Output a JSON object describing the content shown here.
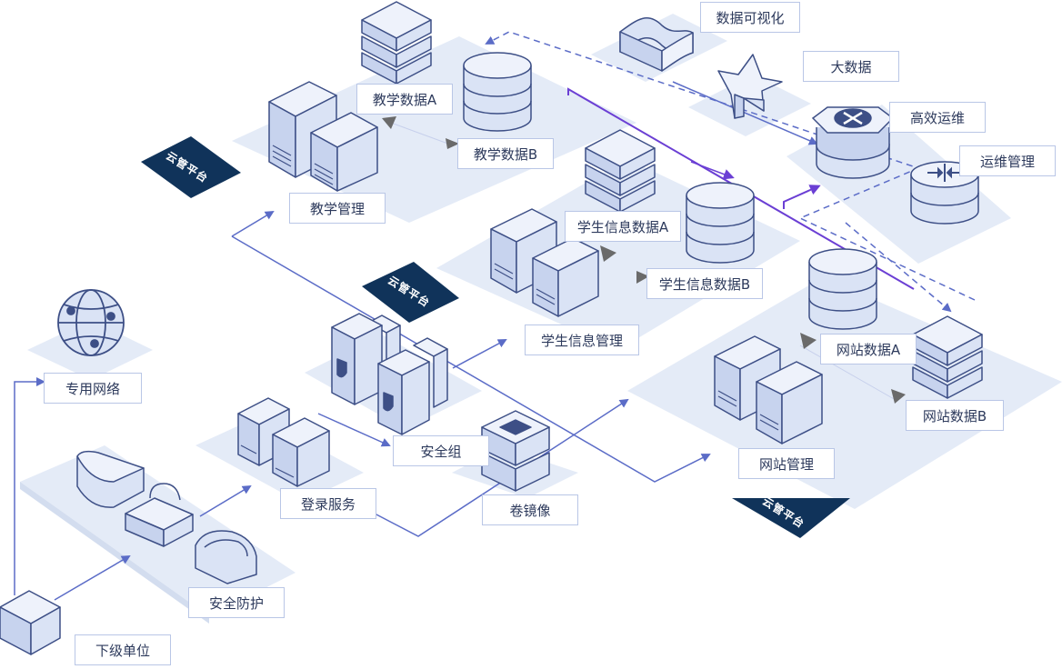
{
  "labels": {
    "teaching_mgmt": "教学管理",
    "teaching_data_a": "教学数据A",
    "teaching_data_b": "教学数据B",
    "data_viz": "数据可视化",
    "big_data": "大数据",
    "efficient_ops": "高效运维",
    "ops_mgmt": "运维管理",
    "student_data_a": "学生信息数据A",
    "student_data_b": "学生信息数据B",
    "student_mgmt": "学生信息管理",
    "website_data_a": "网站数据A",
    "website_data_b": "网站数据B",
    "website_mgmt": "网站管理",
    "private_network": "专用网络",
    "security_group": "安全组",
    "login_service": "登录服务",
    "volume_image": "卷镜像",
    "security_protection": "安全防护",
    "subordinate_unit": "下级单位",
    "cloud_platform": "云管平台"
  },
  "colors": {
    "platform": "#e4ebf7",
    "platform_side": "#d3ddef",
    "box_top": "#eef2fb",
    "box_left": "#c7d3ee",
    "box_right": "#dae3f5",
    "stroke": "#3d4f86",
    "line": "#5b6cc7",
    "accent": "#6b3fd4",
    "badge": "#10335a"
  }
}
